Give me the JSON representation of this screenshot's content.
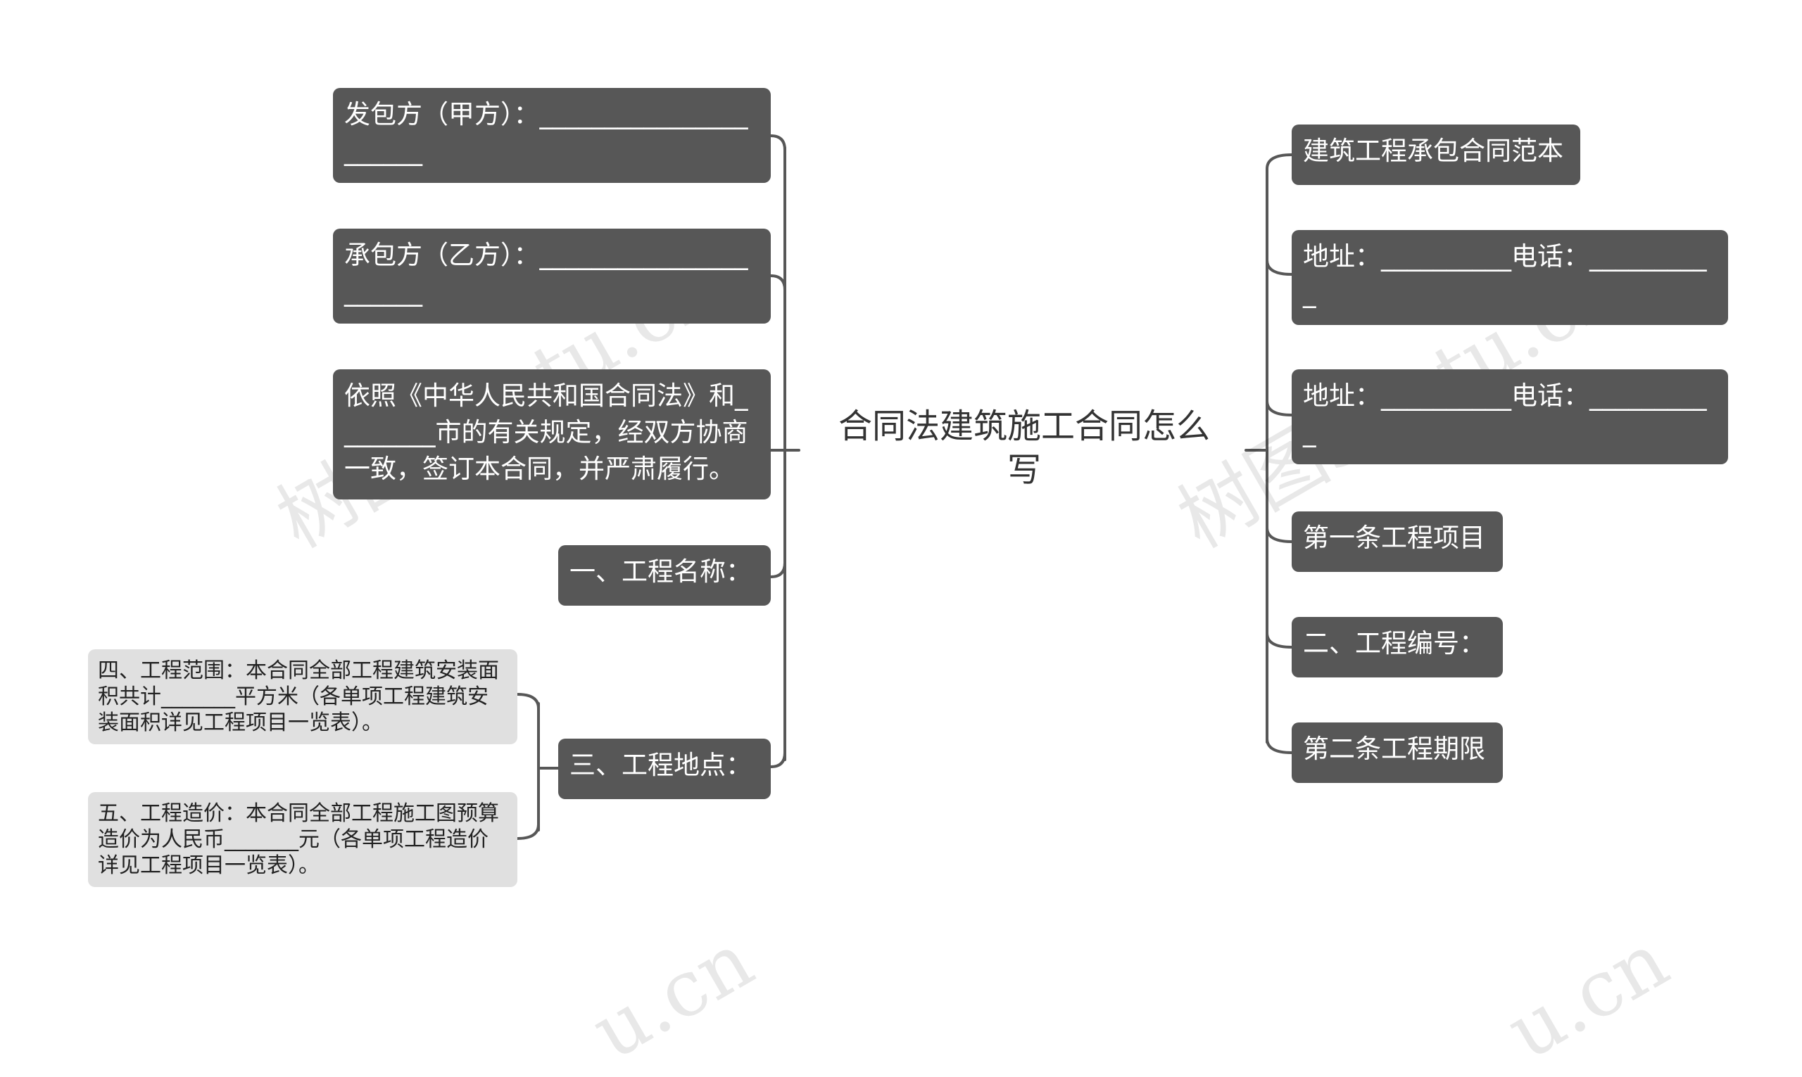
{
  "root": {
    "title": "合同法建筑施工合同怎么写"
  },
  "watermark": {
    "text": "树图shutu.cn",
    "partial": "u.cn"
  },
  "left": [
    {
      "text": "发包方（甲方）：______________________"
    },
    {
      "text": "承包方（乙方）：______________________"
    },
    {
      "text": "依照《中华人民共和国合同法》和________市的有关规定，经双方协商一致，签订本合同，并严肃履行。"
    },
    {
      "text": "一、工程名称："
    },
    {
      "text": "三、工程地点：",
      "children": [
        {
          "text": "四、工程范围：本合同全部工程建筑安装面积共计_______平方米（各单项工程建筑安装面积详见工程项目一览表）。"
        },
        {
          "text": "五、工程造价：本合同全部工程施工图预算造价为人民币_______元（各单项工程造价详见工程项目一览表）。"
        }
      ]
    }
  ],
  "right": [
    {
      "text": "建筑工程承包合同范本"
    },
    {
      "text": "地址：__________电话：__________"
    },
    {
      "text": "地址：__________电话：__________"
    },
    {
      "text": "第一条工程项目"
    },
    {
      "text": "二、工程编号："
    },
    {
      "text": "第二条工程期限"
    }
  ],
  "colors": {
    "node": "#575757",
    "leaf": "#e0e0e0",
    "line": "#575757",
    "root_text": "#333333"
  }
}
